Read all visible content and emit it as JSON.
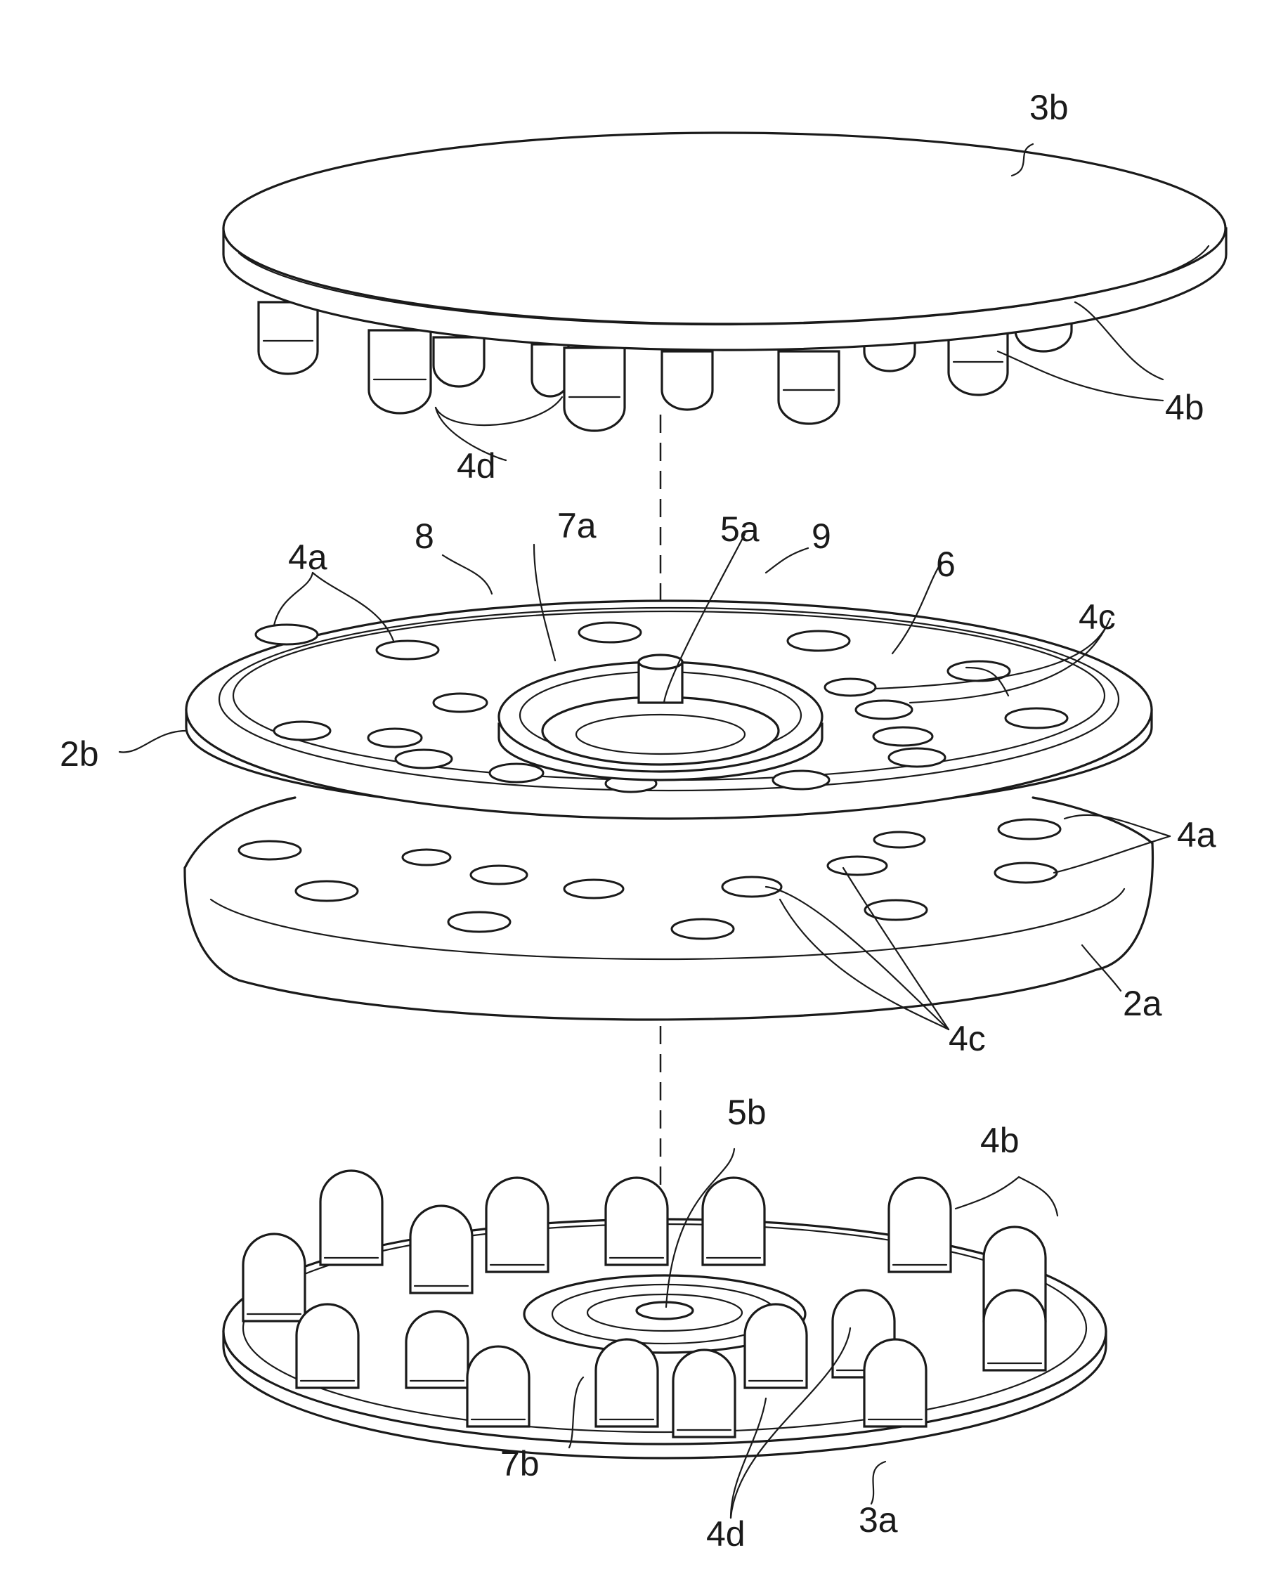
{
  "labels": {
    "l3b": "3b",
    "l4b_top": "4b",
    "l4d_top": "4d",
    "l4a_top": "4a",
    "l8": "8",
    "l7a": "7a",
    "l5a": "5a",
    "l9": "9",
    "l6": "6",
    "l4c_top": "4c",
    "l2b": "2b",
    "l4a_right": "4a",
    "l2a": "2a",
    "l4c_bottom": "4c",
    "l5b": "5b",
    "l4b_bottom": "4b",
    "l7b": "7b",
    "l4d_bottom": "4d",
    "l3a": "3a"
  }
}
